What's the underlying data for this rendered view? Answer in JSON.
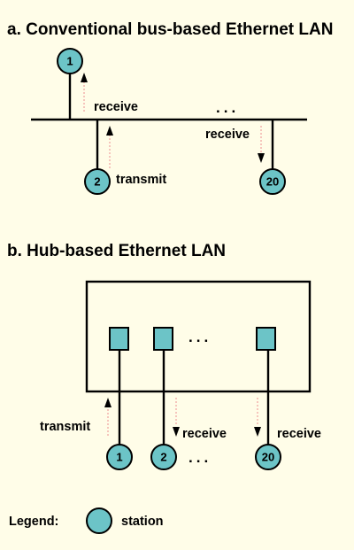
{
  "section_a": {
    "title": "a. Conventional bus-based Ethernet LAN",
    "station_1": "1",
    "station_2": "2",
    "station_20": "20",
    "receive_top": "receive",
    "receive_right": "receive",
    "transmit": "transmit",
    "ellipsis": "..."
  },
  "section_b": {
    "title": "b. Hub-based Ethernet LAN",
    "station_1": "1",
    "station_2": "2",
    "station_20": "20",
    "ellipsis_ports": "...",
    "ellipsis_stations": "...",
    "transmit": "transmit",
    "receive_middle": "receive",
    "receive_right": "receive"
  },
  "legend": {
    "label": "Legend:",
    "station": "station"
  },
  "colors": {
    "background": "#fffde8",
    "station_fill": "#6cc4c7",
    "signal_dotted": "#f0a0a0"
  }
}
